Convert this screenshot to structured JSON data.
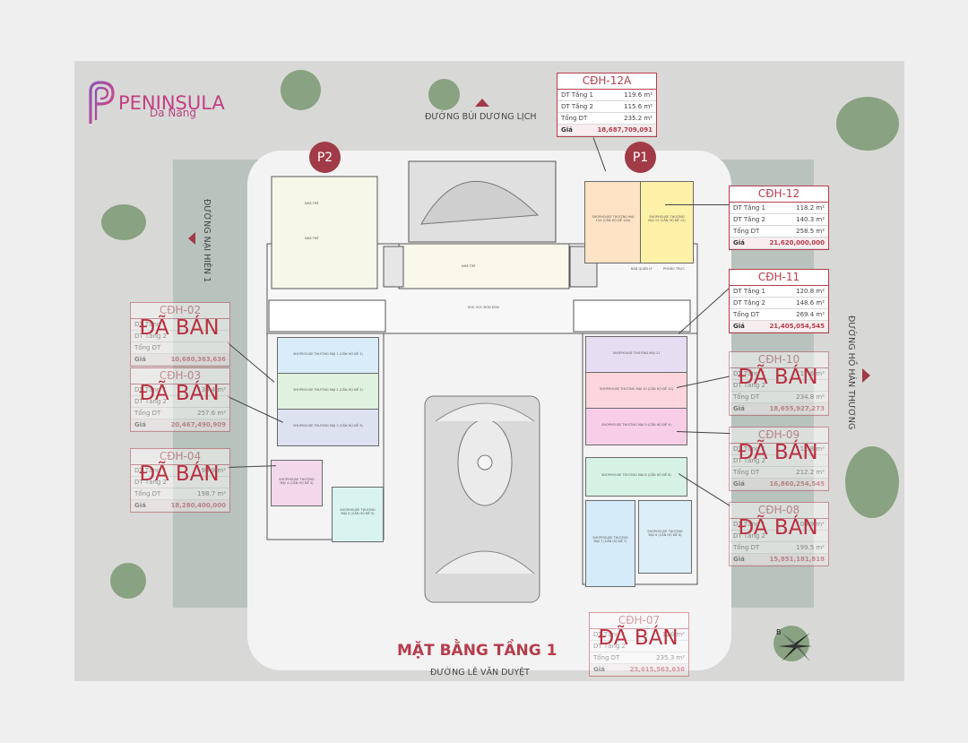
{
  "brand": {
    "name": "PENINSULA",
    "city": "Da Nang",
    "accent": "#c43e86"
  },
  "map": {
    "title": "MẶT BẰNG TẦNG 1",
    "streets": {
      "top": "ĐƯỜNG BÙI DƯƠNG LỊCH",
      "bottom": "ĐƯỜNG LÊ VĂN DUYỆT",
      "left": "ĐƯỜNG NẠI HIÊN 1",
      "right": "ĐƯỜNG HỒ HÁN THƯƠNG"
    },
    "parking": [
      "P2",
      "P1"
    ],
    "compass_label": "B"
  },
  "floorplan": {
    "rooms": {
      "nha_tre_1": "NHÀ TRẺ",
      "nha_tre_2": "NHÀ TRẺ",
      "nha_tre_3": "NHÀ TRẺ",
      "khu_vuc_danh_don": "KHU VỰC ĐÓN ĐÓN",
      "ban_quan_ly": "BAN QUẢN LÝ",
      "phong_truc": "PHÒNG TRỰC"
    },
    "units": [
      {
        "id": "12a",
        "label": "SHOPHOUSE THƯƠNG MẠI 12A (CĂN HỘ ĐẾ 12A)",
        "color": "#ffe4c4"
      },
      {
        "id": "12",
        "label": "SHOPHOUSE THƯƠNG MẠI 12 (CĂN HỘ ĐẾ 12)",
        "color": "#fff1a8"
      },
      {
        "id": "11",
        "label": "SHOPHOUSE THƯƠNG MẠI 11",
        "color": "#e7ddf2"
      },
      {
        "id": "10",
        "label": "SHOPHOUSE THƯƠNG MẠI 10 (CĂN HỘ ĐẾ 10)",
        "color": "#fcd6dc"
      },
      {
        "id": "9",
        "label": "SHOPHOUSE THƯƠNG MẠI 9 (CĂN HỘ ĐẾ 9)",
        "color": "#f8cde7"
      },
      {
        "id": "8",
        "label": "SHOPHOUSE THƯƠNG MẠI 8 (CĂN HỘ ĐẾ 8)",
        "color": "#d6f2e5"
      },
      {
        "id": "7",
        "label": "SHOPHOUSE THƯƠNG MẠI 7 (CĂN HỘ ĐẾ 7)",
        "color": "#d6ebfa"
      },
      {
        "id": "6",
        "label": "SHOPHOUSE THƯƠNG MẠI 6 (CĂN HỘ ĐẾ 6)",
        "color": "#dceef6"
      },
      {
        "id": "1",
        "label": "SHOPHOUSE THƯƠNG MẠI 1 (CĂN HỘ ĐẾ 1)",
        "color": "#d9ecfa"
      },
      {
        "id": "2",
        "label": "SHOPHOUSE THƯƠNG MẠI 2 (CĂN HỘ ĐẾ 2)",
        "color": "#dff1df"
      },
      {
        "id": "3",
        "label": "SHOPHOUSE THƯƠNG MẠI 3 (CĂN HỘ ĐẾ 3)",
        "color": "#dde2f1"
      },
      {
        "id": "4",
        "label": "SHOPHOUSE THƯƠNG MẠI 4 (CĂN HỘ ĐẾ 4)",
        "color": "#f3d8ec"
      },
      {
        "id": "5",
        "label": "SHOPHOUSE THƯƠNG MẠI 5 (CĂN HỘ ĐẾ 5)",
        "color": "#d8f3f0"
      }
    ]
  },
  "cards": {
    "cdh12a": {
      "name": "CĐH-12A",
      "r1k": "DT Tầng 1",
      "r1v": "119.6 m²",
      "r2k": "DT Tầng 2",
      "r2v": "115.6 m²",
      "r3k": "Tổng DT",
      "r3v": "235.2 m²",
      "pk": "Giá",
      "pv": "18,687,709,091"
    },
    "cdh12": {
      "name": "CĐH-12",
      "r1k": "DT Tầng 1",
      "r1v": "118.2 m²",
      "r2k": "DT Tầng 2",
      "r2v": "140.3 m²",
      "r3k": "Tổng DT",
      "r3v": "258.5 m²",
      "pk": "Giá",
      "pv": "21,620,000,000"
    },
    "cdh11": {
      "name": "CĐH-11",
      "r1k": "DT Tầng 1",
      "r1v": "120.8 m²",
      "r2k": "DT Tầng 2",
      "r2v": "148.6 m²",
      "r3k": "Tổng DT",
      "r3v": "269.4 m²",
      "pk": "Giá",
      "pv": "21,405,054,545"
    },
    "cdh10": {
      "name": "CĐH-10",
      "r1k": "DT Tầng 1",
      "r1v": "117.6 m²",
      "r2k": "DT Tầng 2",
      "r2v": "",
      "r3k": "Tổng DT",
      "r3v": "234.8 m²",
      "pk": "Giá",
      "pv": "18,655,927,273",
      "sold": "ĐÃ BÁN"
    },
    "cdh09": {
      "name": "CĐH-09",
      "r1k": "DT Tầng 1",
      "r1v": "111.8 m²",
      "r2k": "DT Tầng 2",
      "r2v": "",
      "r3k": "Tổng DT",
      "r3v": "212.2 m²",
      "pk": "Giá",
      "pv": "16,860,254,545",
      "sold": "ĐÃ BÁN"
    },
    "cdh08": {
      "name": "CĐH-08",
      "r1k": "DT Tầng 1",
      "r1v": "106.9 m²",
      "r2k": "DT Tầng 2",
      "r2v": "",
      "r3k": "Tổng DT",
      "r3v": "199.5 m²",
      "pk": "Giá",
      "pv": "15,851,181,818",
      "sold": "ĐÃ BÁN"
    },
    "cdh07": {
      "name": "CĐH-07",
      "r1k": "DT Tầng 1",
      "r1v": "126 m²",
      "r2k": "DT Tầng 2",
      "r2v": "",
      "r3k": "Tổng DT",
      "r3v": "235.3 m²",
      "pk": "Giá",
      "pv": "23,615,563,636",
      "sold": "ĐÃ BÁN"
    },
    "cdh02": {
      "name": "CĐH-02",
      "r1k": "DT Tầng 1",
      "r1v": "",
      "r2k": "DT Tầng 2",
      "r2v": "",
      "r3k": "Tổng DT",
      "r3v": "",
      "pk": "Giá",
      "pv": "10,680,363,636",
      "sold": "ĐÃ BÁN"
    },
    "cdh03": {
      "name": "CĐH-03",
      "r1k": "DT Tầng 1",
      "r1v": "134.4 m²",
      "r2k": "DT Tầng 2",
      "r2v": "",
      "r3k": "Tổng DT",
      "r3v": "257.6 m²",
      "pk": "Giá",
      "pv": "20,467,490,909",
      "sold": "ĐÃ BÁN"
    },
    "cdh04": {
      "name": "CĐH-04",
      "r1k": "DT Tầng 1",
      "r1v": "90.9 m²",
      "r2k": "DT Tầng 2",
      "r2v": "",
      "r3k": "Tổng DT",
      "r3v": "198.7 m²",
      "pk": "Giá",
      "pv": "18,280,400,000",
      "sold": "ĐÃ BÁN"
    }
  },
  "colors": {
    "accent_red": "#b53d4b",
    "badge": "#a13b47"
  }
}
